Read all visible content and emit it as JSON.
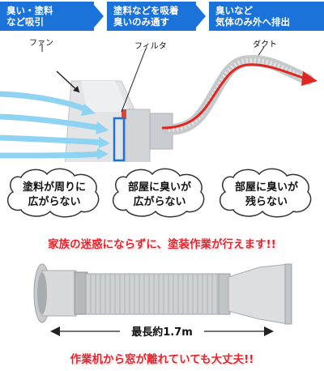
{
  "steps": [
    {
      "line1": "臭い・塗料",
      "line2": "など吸引"
    },
    {
      "line1": "塗料などを吸着",
      "line2": "臭いのみ通す"
    },
    {
      "line1": "臭いなど",
      "line2": "気体のみ外へ排出"
    }
  ],
  "labels": {
    "fan": "ファン",
    "filter": "フィルタ",
    "duct": "ダクト"
  },
  "clouds": [
    {
      "line1": "塗料が周りに",
      "line2": "広がらない"
    },
    {
      "line1": "部屋に臭いが",
      "line2": "広がらない"
    },
    {
      "line1": "部屋に臭いが",
      "line2": "残らない"
    }
  ],
  "headline": "家族の迷惑にならずに、塗装作業が行えます!!",
  "length_label": "最長約1.7m",
  "footer": "作業机から窓が離れていても大丈夫!!",
  "colors": {
    "blue": "#1b72d8",
    "red": "#e8202a",
    "flow_blue": "#8fd3f2"
  }
}
